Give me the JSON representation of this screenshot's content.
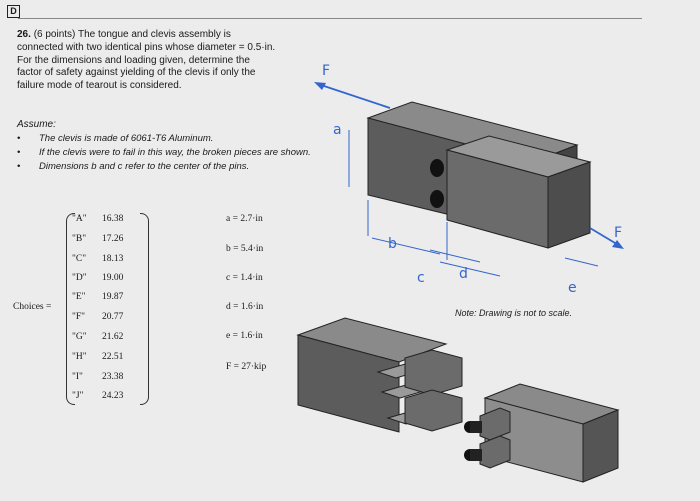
{
  "header": {
    "logo_letter": "D"
  },
  "problem": {
    "number": "26.",
    "lines": [
      "(6 points) The tongue and clevis assembly is",
      "connected with two identical pins whose diameter = 0.5·in.",
      "For the dimensions and loading given, determine the",
      "factor of safety against yielding of the clevis if only the",
      "failure mode of tearout is considered."
    ]
  },
  "assume": {
    "title": "Assume:",
    "bullets": [
      "The clevis is made of 6061-T6 Aluminum.",
      "If the clevis were to fail in this way, the broken pieces are shown.",
      "Dimensions b and c refer to the center of the pins."
    ]
  },
  "choices": {
    "label": "Choices =",
    "items": [
      {
        "label": "\"A\"",
        "value": "16.38"
      },
      {
        "label": "\"B\"",
        "value": "17.26"
      },
      {
        "label": "\"C\"",
        "value": "18.13"
      },
      {
        "label": "\"D\"",
        "value": "19.00"
      },
      {
        "label": "\"E\"",
        "value": "19.87"
      },
      {
        "label": "\"F\"",
        "value": "20.77"
      },
      {
        "label": "\"G\"",
        "value": "21.62"
      },
      {
        "label": "\"H\"",
        "value": "22.51"
      },
      {
        "label": "\"I\"",
        "value": "23.38"
      },
      {
        "label": "\"J\"",
        "value": "24.23"
      }
    ]
  },
  "given": {
    "a": "a = 2.7·in",
    "b": "b = 5.4·in",
    "c": "c = 1.4·in",
    "d": "d = 1.6·in",
    "e": "e = 1.6·in",
    "F": "F = 27·kip"
  },
  "figure": {
    "labels": {
      "F_top": "F",
      "a": "a",
      "b": "b",
      "c": "c",
      "d": "d",
      "e": "e",
      "F_right": "F"
    },
    "note": "Note: Drawing is not to scale.",
    "colors": {
      "block_top": "#8a8a8a",
      "block_front": "#5c5c5c",
      "block_side": "#444444",
      "annotation": "#3366cc"
    }
  }
}
